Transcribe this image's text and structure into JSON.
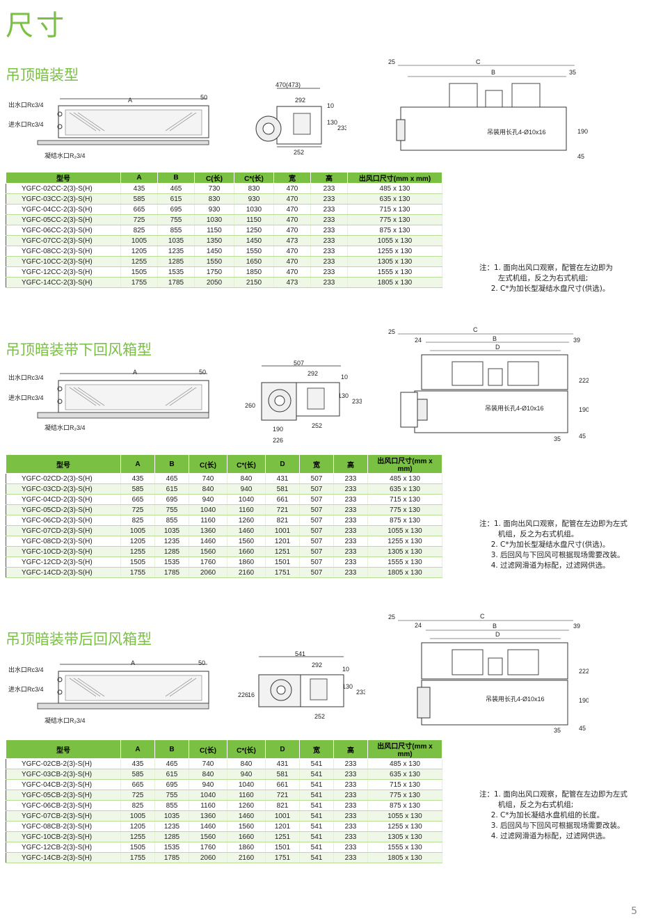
{
  "page": {
    "title": "尺寸",
    "page_number": "5"
  },
  "sections": [
    {
      "title": "吊顶暗装型",
      "labels": {
        "outlet": "出水口Rc3/4",
        "inlet": "进水口Rc3/4",
        "drain": "凝结水口R₂3/4",
        "a": "A",
        "fifty": "50",
        "w_total": "470(473)",
        "w292": "292",
        "w10": "10",
        "h130": "130",
        "h233": "233",
        "w252": "252",
        "c": "C",
        "b": "B",
        "d25": "25",
        "d35": "35",
        "hole": "吊装用长孔4-Ø10x16",
        "h190": "190",
        "h45": "45"
      },
      "headers": [
        "型号",
        "A",
        "B",
        "C(长)",
        "C*(长)",
        "宽",
        "高",
        "出风口尺寸(mm x mm)"
      ],
      "rows": [
        [
          "YGFC-02CC-2(3)-S(H)",
          "435",
          "465",
          "730",
          "830",
          "470",
          "233",
          "485 x 130"
        ],
        [
          "YGFC-03CC-2(3)-S(H)",
          "585",
          "615",
          "830",
          "930",
          "470",
          "233",
          "635 x 130"
        ],
        [
          "YGFC-04CC-2(3)-S(H)",
          "665",
          "695",
          "930",
          "1030",
          "470",
          "233",
          "715 x 130"
        ],
        [
          "YGFC-05CC-2(3)-S(H)",
          "725",
          "755",
          "1030",
          "1150",
          "470",
          "233",
          "775 x 130"
        ],
        [
          "YGFC-06CC-2(3)-S(H)",
          "825",
          "855",
          "1150",
          "1250",
          "470",
          "233",
          "875 x 130"
        ],
        [
          "YGFC-07CC-2(3)-S(H)",
          "1005",
          "1035",
          "1350",
          "1450",
          "473",
          "233",
          "1055 x 130"
        ],
        [
          "YGFC-08CC-2(3)-S(H)",
          "1205",
          "1235",
          "1450",
          "1550",
          "470",
          "233",
          "1255 x 130"
        ],
        [
          "YGFC-10CC-2(3)-S(H)",
          "1255",
          "1285",
          "1550",
          "1650",
          "470",
          "233",
          "1305 x 130"
        ],
        [
          "YGFC-12CC-2(3)-S(H)",
          "1505",
          "1535",
          "1750",
          "1850",
          "470",
          "233",
          "1555 x 130"
        ],
        [
          "YGFC-14CC-2(3)-S(H)",
          "1755",
          "1785",
          "2050",
          "2150",
          "473",
          "233",
          "1805 x 130"
        ]
      ],
      "notes": [
        "注：1. 面向出风口观察，配管在左边即为",
        "        左式机组，反之为右式机组;",
        "     2. C*为加长型凝结水盘尺寸(供选)。"
      ]
    },
    {
      "title": "吊顶暗装带下回风箱型",
      "labels": {
        "outlet": "出水口Rc3/4",
        "inlet": "进水口Rc3/4",
        "drain": "凝结水口R₂3/4",
        "a": "A",
        "fifty": "50",
        "w_total": "507",
        "w292": "292",
        "w10": "10",
        "h130": "130",
        "h233": "233",
        "h260": "260",
        "w190": "190",
        "w252": "252",
        "w226": "226",
        "c": "C",
        "b": "B",
        "d": "D",
        "d25": "25",
        "d24": "24",
        "d39": "39",
        "d35": "35",
        "hole": "吊装用长孔4-Ø10x16",
        "h222": "222",
        "h190": "190",
        "h45": "45"
      },
      "headers": [
        "型号",
        "A",
        "B",
        "C(长)",
        "C*(长)",
        "D",
        "宽",
        "高",
        "出风口尺寸(mm x mm)"
      ],
      "rows": [
        [
          "YGFC-02CD-2(3)-S(H)",
          "435",
          "465",
          "740",
          "840",
          "431",
          "507",
          "233",
          "485 x 130"
        ],
        [
          "YGFC-03CD-2(3)-S(H)",
          "585",
          "615",
          "840",
          "940",
          "581",
          "507",
          "233",
          "635 x 130"
        ],
        [
          "YGFC-04CD-2(3)-S(H)",
          "665",
          "695",
          "940",
          "1040",
          "661",
          "507",
          "233",
          "715 x 130"
        ],
        [
          "YGFC-05CD-2(3)-S(H)",
          "725",
          "755",
          "1040",
          "1160",
          "721",
          "507",
          "233",
          "775 x 130"
        ],
        [
          "YGFC-06CD-2(3)-S(H)",
          "825",
          "855",
          "1160",
          "1260",
          "821",
          "507",
          "233",
          "875 x 130"
        ],
        [
          "YGFC-07CD-2(3)-S(H)",
          "1005",
          "1035",
          "1360",
          "1460",
          "1001",
          "507",
          "233",
          "1055 x 130"
        ],
        [
          "YGFC-08CD-2(3)-S(H)",
          "1205",
          "1235",
          "1460",
          "1560",
          "1201",
          "507",
          "233",
          "1255 x 130"
        ],
        [
          "YGFC-10CD-2(3)-S(H)",
          "1255",
          "1285",
          "1560",
          "1660",
          "1251",
          "507",
          "233",
          "1305 x 130"
        ],
        [
          "YGFC-12CD-2(3)-S(H)",
          "1505",
          "1535",
          "1760",
          "1860",
          "1501",
          "507",
          "233",
          "1555 x 130"
        ],
        [
          "YGFC-14CD-2(3)-S(H)",
          "1755",
          "1785",
          "2060",
          "2160",
          "1751",
          "507",
          "233",
          "1805 x 130"
        ]
      ],
      "notes": [
        "注：1. 面向出风口观察，配管在左边即为左式",
        "        机组，反之为右式机组。",
        "     2. C*为加长型凝结水盘尺寸(供选)。",
        "     3. 后回风与下回风可根据现场需要改装。",
        "     4. 过滤网滑道为标配，过滤网供选。"
      ]
    },
    {
      "title": "吊顶暗装带后回风箱型",
      "labels": {
        "outlet": "出水口Rc3/4",
        "inlet": "进水口Rc3/4",
        "drain": "凝结水口R₂3/4",
        "a": "A",
        "fifty": "50",
        "w_total": "541",
        "w292": "292",
        "w10": "10",
        "h130": "130",
        "h233": "233",
        "h226": "226",
        "h16": "16",
        "w252": "252",
        "c": "C",
        "b": "B",
        "d": "D",
        "d25": "25",
        "d24": "24",
        "d39": "39",
        "d35": "35",
        "hole": "吊装用长孔4-Ø10x16",
        "h222": "222",
        "h190": "190",
        "h45": "45"
      },
      "headers": [
        "型号",
        "A",
        "B",
        "C(长)",
        "C*(长)",
        "D",
        "宽",
        "高",
        "出风口尺寸(mm x mm)"
      ],
      "rows": [
        [
          "YGFC-02CB-2(3)-S(H)",
          "435",
          "465",
          "740",
          "840",
          "431",
          "541",
          "233",
          "485 x 130"
        ],
        [
          "YGFC-03CB-2(3)-S(H)",
          "585",
          "615",
          "840",
          "940",
          "581",
          "541",
          "233",
          "635 x 130"
        ],
        [
          "YGFC-04CB-2(3)-S(H)",
          "665",
          "695",
          "940",
          "1040",
          "661",
          "541",
          "233",
          "715 x 130"
        ],
        [
          "YGFC-05CB-2(3)-S(H)",
          "725",
          "755",
          "1040",
          "1160",
          "721",
          "541",
          "233",
          "775 x 130"
        ],
        [
          "YGFC-06CB-2(3)-S(H)",
          "825",
          "855",
          "1160",
          "1260",
          "821",
          "541",
          "233",
          "875 x 130"
        ],
        [
          "YGFC-07CB-2(3)-S(H)",
          "1005",
          "1035",
          "1360",
          "1460",
          "1001",
          "541",
          "233",
          "1055 x 130"
        ],
        [
          "YGFC-08CB-2(3)-S(H)",
          "1205",
          "1235",
          "1460",
          "1560",
          "1201",
          "541",
          "233",
          "1255 x 130"
        ],
        [
          "YGFC-10CB-2(3)-S(H)",
          "1255",
          "1285",
          "1560",
          "1660",
          "1251",
          "541",
          "233",
          "1305 x 130"
        ],
        [
          "YGFC-12CB-2(3)-S(H)",
          "1505",
          "1535",
          "1760",
          "1860",
          "1501",
          "541",
          "233",
          "1555 x 130"
        ],
        [
          "YGFC-14CB-2(3)-S(H)",
          "1755",
          "1785",
          "2060",
          "2160",
          "1751",
          "541",
          "233",
          "1805 x 130"
        ]
      ],
      "notes": [
        "注：1. 面向出风口观察，配管在左边即为左式",
        "        机组，反之为右式机组;",
        "     2. C*为加长凝结水盘机组的长度。",
        "     3. 后回风与下回风可根据现场需要改装。",
        "     4. 过滤网滑道为标配，过滤网供选。"
      ]
    }
  ]
}
